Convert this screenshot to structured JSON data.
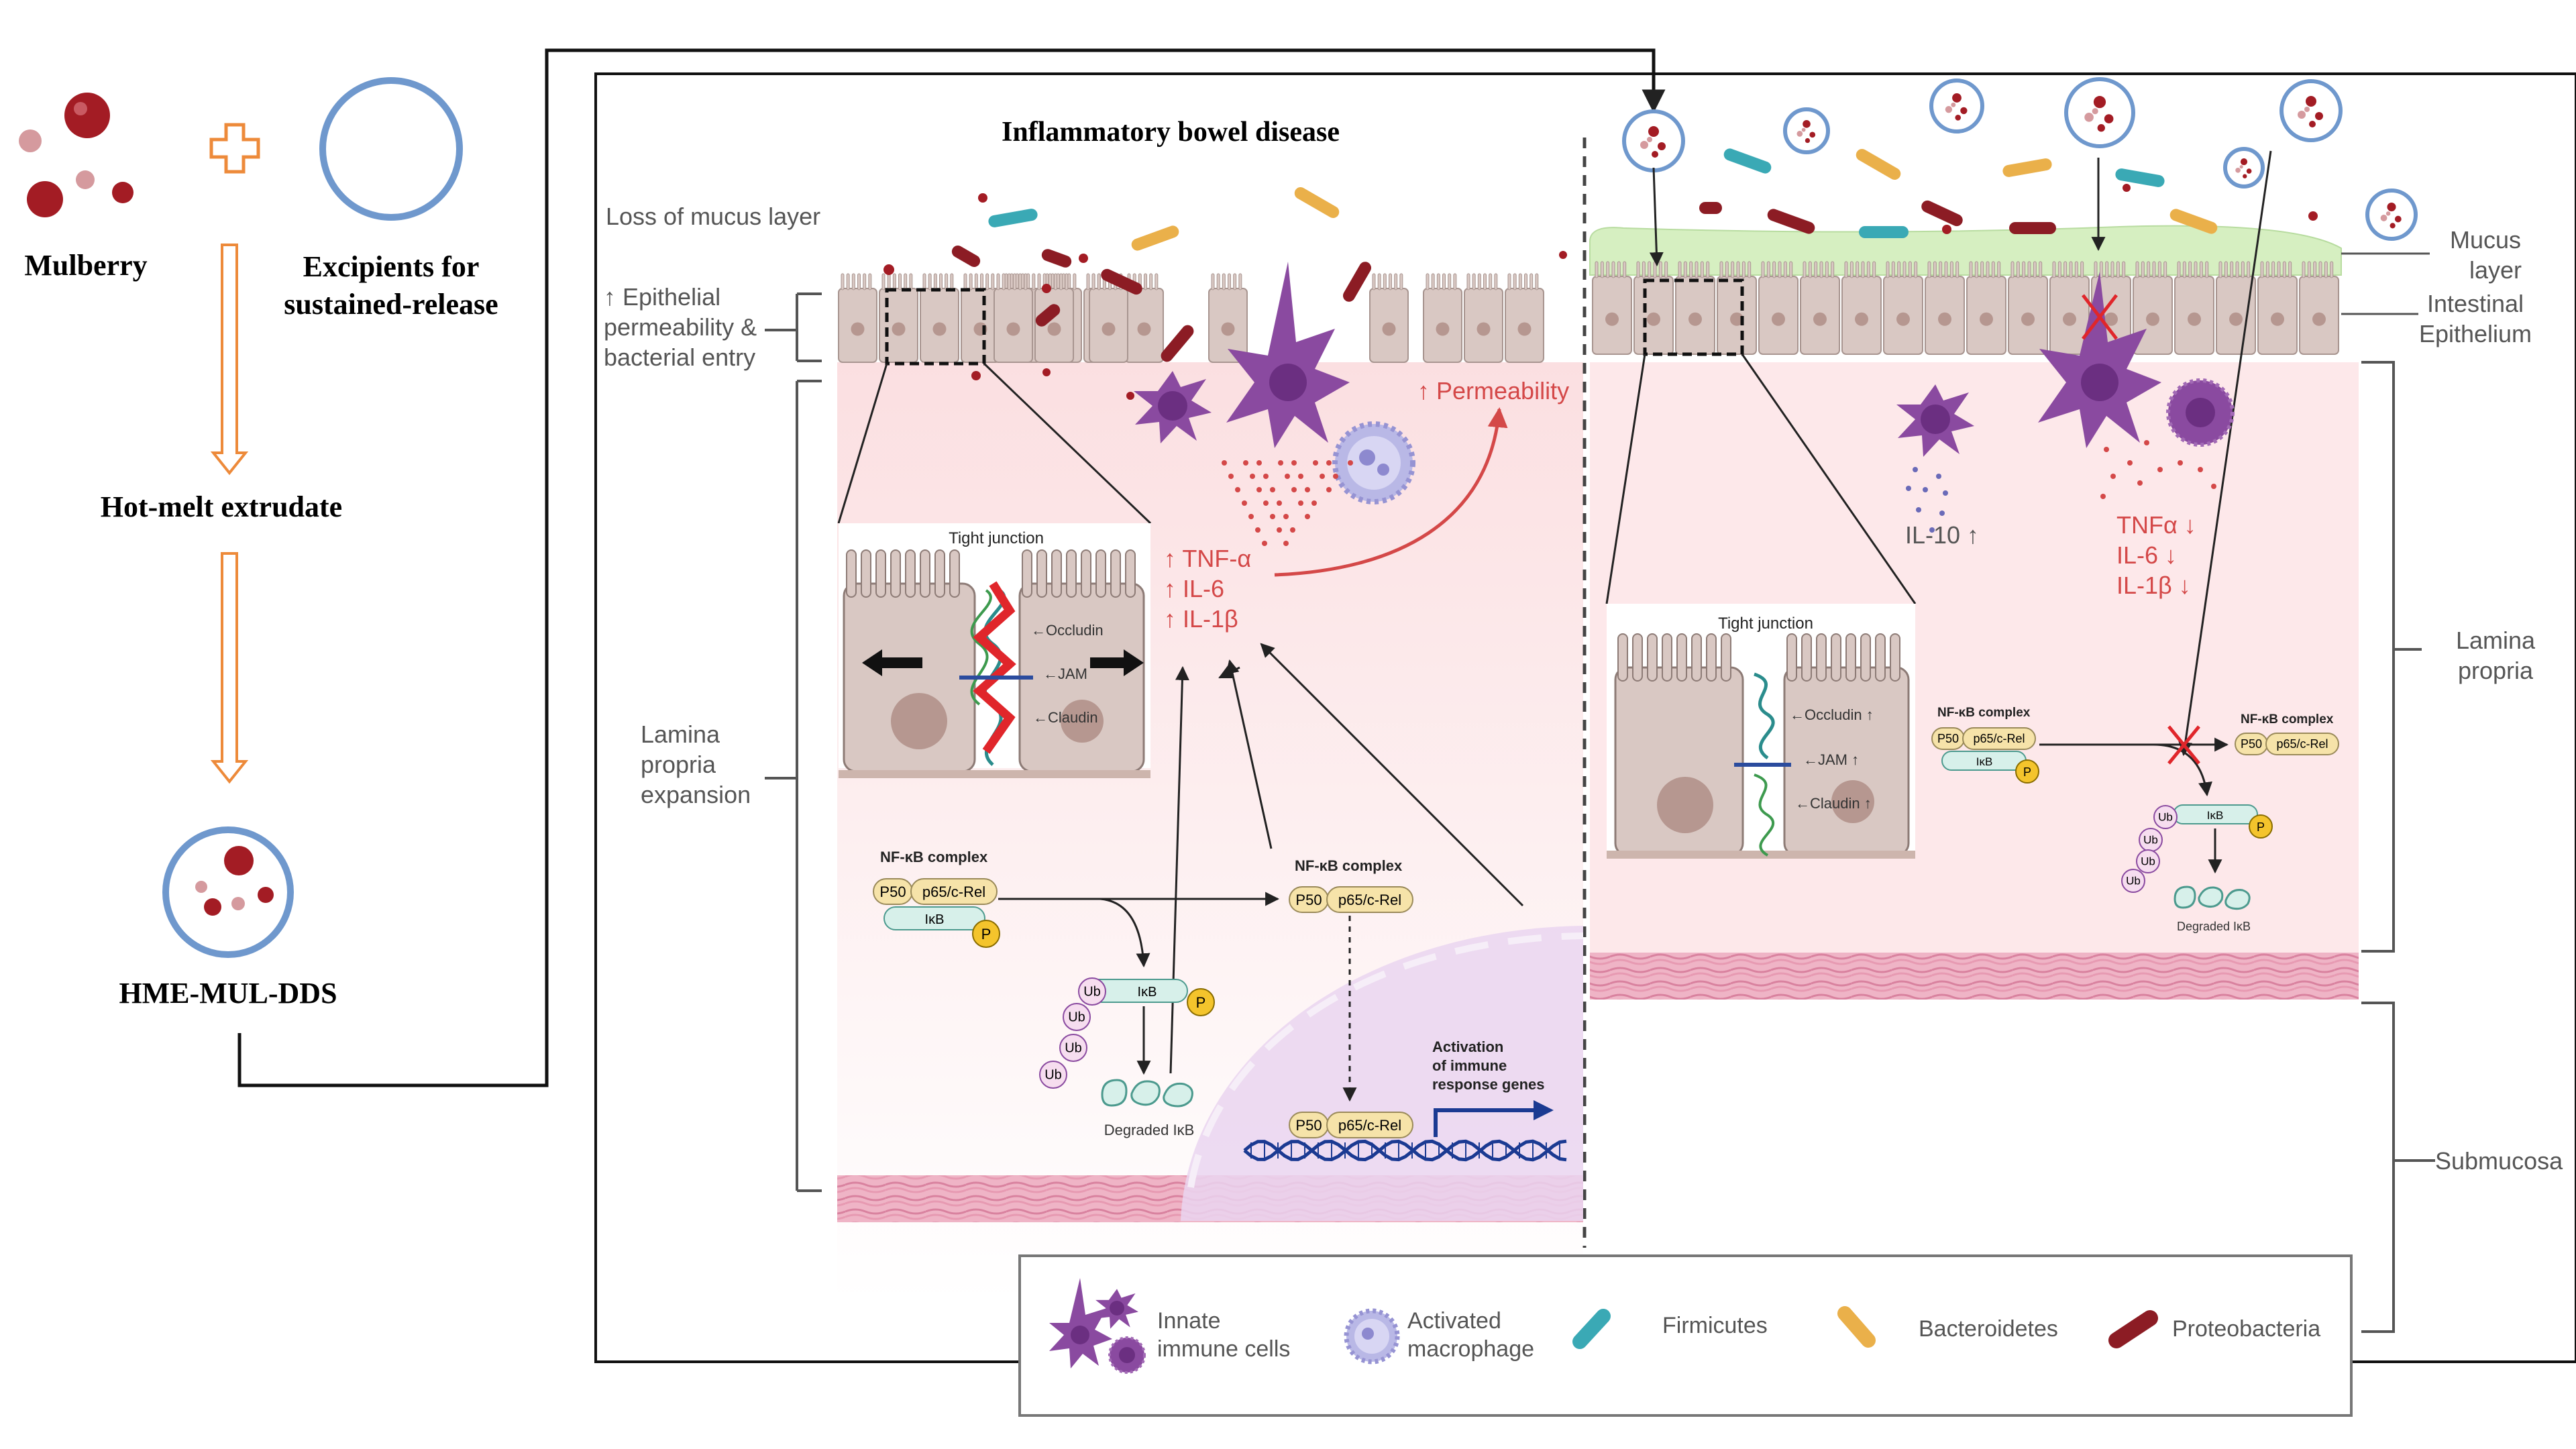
{
  "left_flow": {
    "mulberry": "Mulberry",
    "excipients_1": "Excipients for",
    "excipients_2": "sustained-release",
    "hme": "Hot-melt extrudate",
    "product": "HME-MUL-DDS"
  },
  "ibd_panel": {
    "title": "Inflammatory bowel disease",
    "mucus_loss": "Loss of mucus layer",
    "epi_1": "↑ Epithelial",
    "epi_2": "permeability &",
    "epi_3": "bacterial entry",
    "lamina_1": "Lamina",
    "lamina_2": "propria",
    "lamina_3": "expansion",
    "permeability": "↑ Permeability",
    "cyto_1": "↑ TNF-α",
    "cyto_2": "↑ IL-6",
    "cyto_3": "↑ IL-1β",
    "tj_title": "Tight junction",
    "occludin": "←Occludin",
    "jam": "←JAM",
    "claudin": "←Claudin",
    "nfkb_label": "NF-κB complex",
    "nfkb_label_2": "NF-κB complex",
    "p50": "P50",
    "p65": "p65/c-Rel",
    "ikb": "IκB",
    "p": "P",
    "ub": "Ub",
    "degraded": "Degraded IκB",
    "activation_1": "Activation",
    "activation_2": "of immune",
    "activation_3": "response genes"
  },
  "treated_panel": {
    "mucus_1": "Mucus",
    "mucus_2": "layer",
    "intestinal_1": "Intestinal",
    "intestinal_2": "Epithelium",
    "lamina_1": "Lamina",
    "lamina_2": "propria",
    "submucosa": "Submucosa",
    "il10": "IL-10 ↑",
    "tnf": "TNFα ↓",
    "il6": "IL-6 ↓",
    "il1b": "IL-1β ↓",
    "tj_title": "Tight junction",
    "occludin": "←Occludin ↑",
    "jam": "←JAM ↑",
    "claudin": "←Claudin ↑",
    "nfkb_label": "NF-κB complex",
    "nfkb_label_2": "NF-κB complex",
    "p50": "P50",
    "p65": "p65/c-Rel",
    "ikb": "IκB",
    "p": "P",
    "ub": "Ub",
    "degraded": "Degraded IκB"
  },
  "legend": {
    "innate_1": "Innate",
    "innate_2": "immune cells",
    "macro_1": "Activated",
    "macro_2": "macrophage",
    "firmicutes": "Firmicutes",
    "bacteroidetes": "Bacteroidetes",
    "proteobacteria": "Proteobacteria"
  },
  "colors": {
    "mulberry_dark": "#a31c24",
    "mulberry_light": "#d59a9e",
    "capsule_ring": "#6f98cd",
    "flow_arrow": "#ed8a3a",
    "tissue": "#fce9ea",
    "cell": "#d9c8c3",
    "immune": "#8a4aa0",
    "firmicutes": "#3aa9b5",
    "bacteroidetes": "#eab04a",
    "proteobacteria": "#8c1c24",
    "red_text": "#d44848",
    "mucus": "#d6efc1",
    "dna": "#1b3a92"
  }
}
